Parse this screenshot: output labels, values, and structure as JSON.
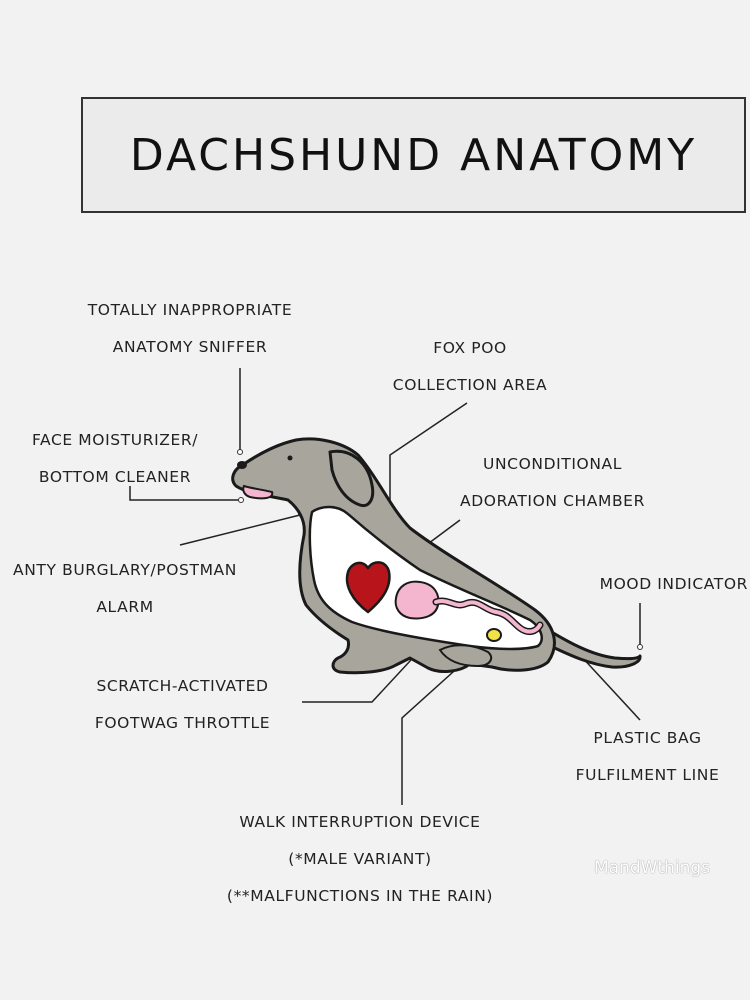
{
  "title": "DACHSHUND ANATOMY",
  "labels": {
    "sniffer": [
      "TOTALLY INAPPROPRIATE",
      "ANATOMY SNIFFER"
    ],
    "fox_poo": [
      "FOX POO",
      "COLLECTION AREA"
    ],
    "face": [
      "FACE MOISTURIZER/",
      "BOTTOM CLEANER"
    ],
    "adoration": [
      "UNCONDITIONAL",
      "ADORATION CHAMBER"
    ],
    "mood": [
      "MOOD INDICATOR"
    ],
    "alarm": [
      "ANTY BURGLARY/POSTMAN",
      "ALARM"
    ],
    "footwag": [
      "SCRATCH-ACTIVATED",
      "FOOTWAG THROTTLE"
    ],
    "plastic": [
      "PLASTIC BAG",
      "FULFILMENT LINE"
    ],
    "walk": [
      "WALK INTERRUPTION DEVICE",
      "(*MALE VARIANT)",
      "(**MALFUNCTIONS IN THE RAIN)"
    ]
  },
  "watermark": "MandWthings",
  "colors": {
    "fur": "#a8a59c",
    "outline": "#1a1a1a",
    "body_cavity": "#ffffff",
    "heart": "#b8141c",
    "stomach": "#f4b6cf",
    "bladder": "#f2e24a",
    "tongue": "#f4b6cf",
    "background": "#f2f2f2"
  }
}
